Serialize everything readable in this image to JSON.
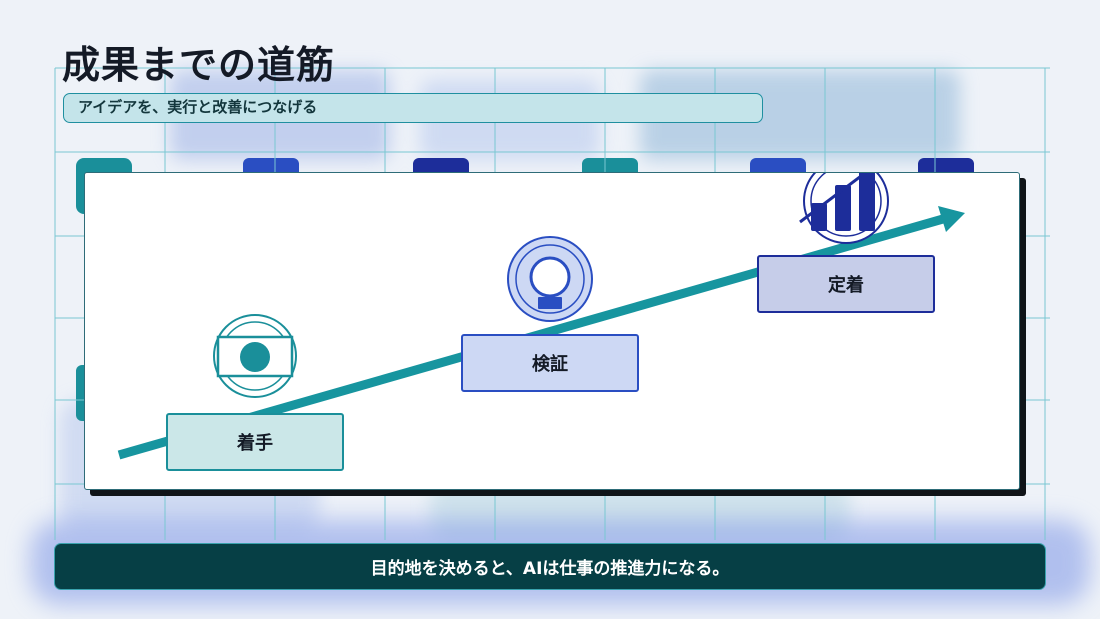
{
  "slide": {
    "title": "成果までの道筋",
    "subtitle": "アイデアを、実行と改善につなげる",
    "footer": "目的地を決めると、AIは仕事の推進力になる。"
  },
  "steps": [
    {
      "label": "着手",
      "icon": "target-icon",
      "color": "#1a8f9a"
    },
    {
      "label": "検証",
      "icon": "magnifier-icon",
      "color": "#2a4ec2"
    },
    {
      "label": "定着",
      "icon": "growth-chart-icon",
      "color": "#1d2d9a"
    }
  ],
  "colors": {
    "accent_teal": "#1a8f9a",
    "accent_blue": "#2a4ec2",
    "accent_navy": "#1d2d9a",
    "footer_bg": "#063f45",
    "arrow": "#17959f"
  }
}
